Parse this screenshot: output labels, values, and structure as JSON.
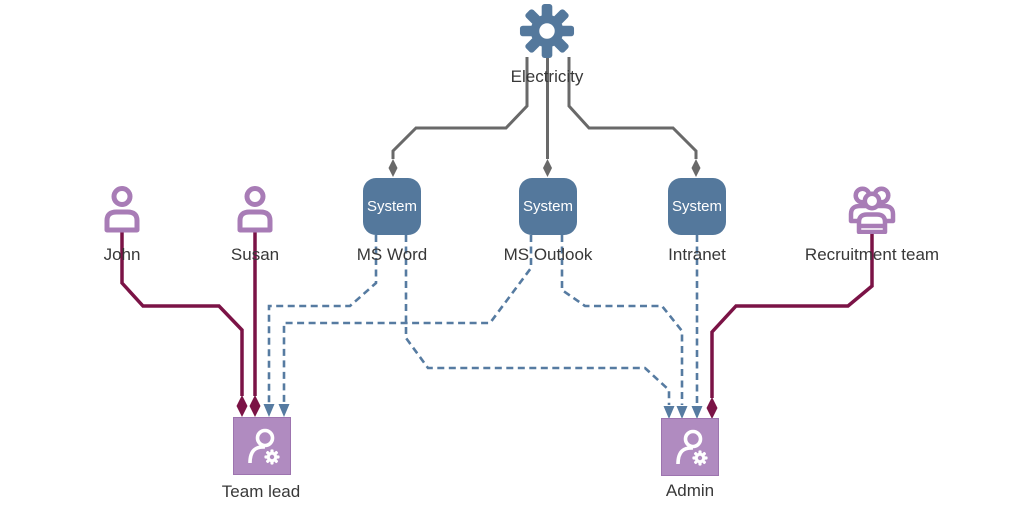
{
  "diagram": {
    "nodes": {
      "electricity": {
        "label": "Electricity",
        "kind": "resource-gear"
      },
      "msword": {
        "box_text": "System",
        "label": "MS Word",
        "kind": "system"
      },
      "outlook": {
        "box_text": "System",
        "label": "MS Outlook",
        "kind": "system"
      },
      "intranet": {
        "box_text": "System",
        "label": "Intranet",
        "kind": "system"
      },
      "john": {
        "label": "John",
        "kind": "person"
      },
      "susan": {
        "label": "Susan",
        "kind": "person"
      },
      "recruitment": {
        "label": "Recruitment team",
        "kind": "people-group"
      },
      "teamlead": {
        "label": "Team lead",
        "kind": "role"
      },
      "admin": {
        "label": "Admin",
        "kind": "role"
      }
    },
    "edges": [
      {
        "from": "Electricity",
        "to": "MS Word",
        "style": "solid-gray-diamond"
      },
      {
        "from": "Electricity",
        "to": "MS Outlook",
        "style": "solid-gray-diamond"
      },
      {
        "from": "Electricity",
        "to": "Intranet",
        "style": "solid-gray-diamond"
      },
      {
        "from": "MS Word",
        "to": "Team lead",
        "style": "dashed-blue-arrow"
      },
      {
        "from": "MS Outlook",
        "to": "Team lead",
        "style": "dashed-blue-arrow"
      },
      {
        "from": "MS Word",
        "to": "Admin",
        "style": "dashed-blue-arrow"
      },
      {
        "from": "MS Outlook",
        "to": "Admin",
        "style": "dashed-blue-arrow"
      },
      {
        "from": "Intranet",
        "to": "Admin",
        "style": "dashed-blue-arrow"
      },
      {
        "from": "John",
        "to": "Team lead",
        "style": "solid-maroon-diamond"
      },
      {
        "from": "Susan",
        "to": "Team lead",
        "style": "solid-maroon-diamond"
      },
      {
        "from": "Recruitment team",
        "to": "Admin",
        "style": "solid-maroon-diamond"
      }
    ]
  },
  "colors": {
    "steel": "#54789c",
    "blueline": "#567ba1",
    "purple": "#a87cb6",
    "rolebox": "#b08bc0",
    "roleborder": "#9d74af",
    "maroon": "#7b1346",
    "gray": "#696969",
    "ink": "#383838",
    "bg": "#ffffff"
  }
}
